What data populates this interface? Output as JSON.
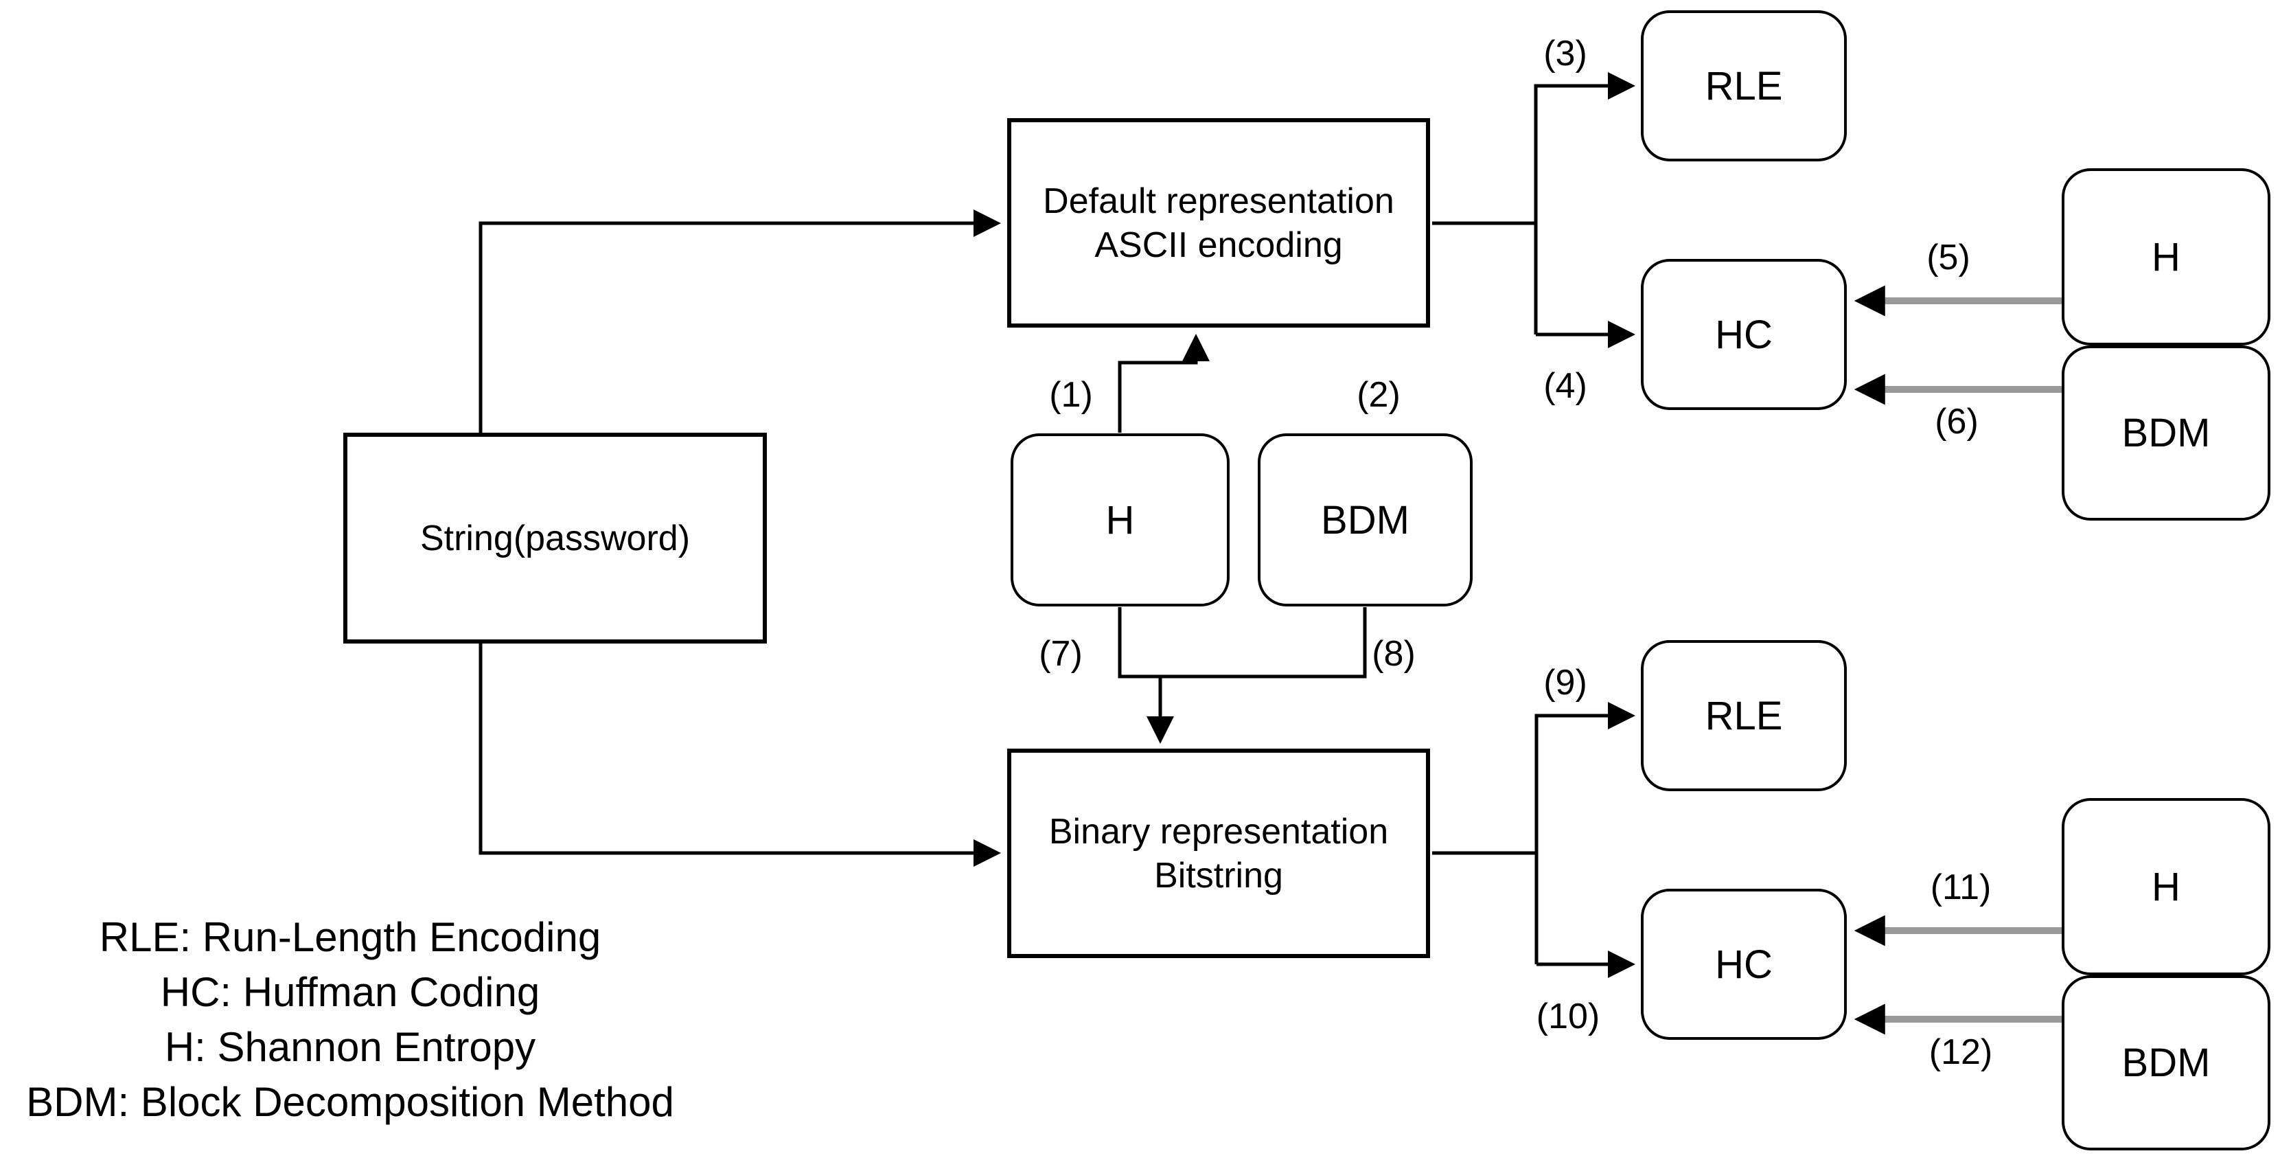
{
  "diagram": {
    "background": "#ffffff",
    "line_color": "#000000",
    "gray_line_color": "#999999"
  },
  "nodes": {
    "string": {
      "label": "String(password)"
    },
    "ascii": {
      "line1": "Default representation",
      "line2": "ASCII encoding"
    },
    "binary": {
      "line1": "Binary representation",
      "line2": "Bitstring"
    },
    "h_mid": {
      "label": "H"
    },
    "bdm_mid": {
      "label": "BDM"
    },
    "rle_top": {
      "label": "RLE"
    },
    "hc_top": {
      "label": "HC"
    },
    "h_right_top": {
      "label": "H"
    },
    "bdm_right_top": {
      "label": "BDM"
    },
    "rle_bottom": {
      "label": "RLE"
    },
    "hc_bottom": {
      "label": "HC"
    },
    "h_right_bottom": {
      "label": "H"
    },
    "bdm_right_bottom": {
      "label": "BDM"
    }
  },
  "edge_labels": {
    "e1": "(1)",
    "e2": "(2)",
    "e3": "(3)",
    "e4": "(4)",
    "e5": "(5)",
    "e6": "(6)",
    "e7": "(7)",
    "e8": "(8)",
    "e9": "(9)",
    "e10": "(10)",
    "e11": "(11)",
    "e12": "(12)"
  },
  "legend": {
    "lines": [
      "RLE: Run-Length Encoding",
      "HC: Huffman Coding",
      "H: Shannon Entropy",
      "BDM: Block Decomposition Method"
    ]
  }
}
